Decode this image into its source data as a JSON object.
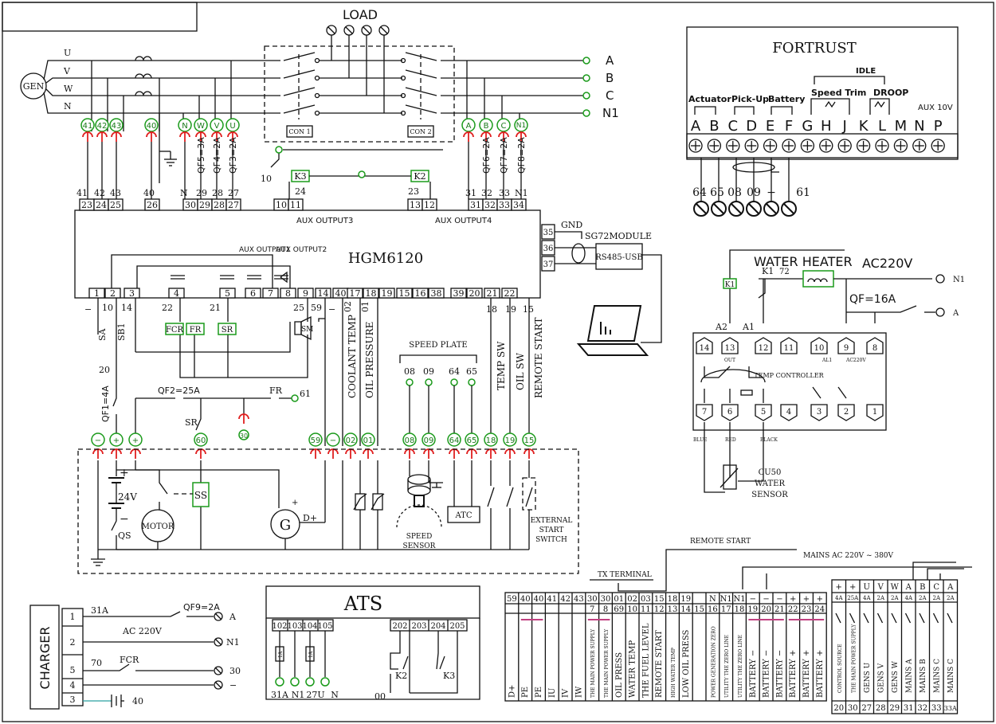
{
  "controller": {
    "name": "HGM6120",
    "top_terminals": [
      "23",
      "24",
      "25",
      "26",
      "30",
      "29",
      "28",
      "27",
      "10",
      "11",
      "13",
      "12",
      "31",
      "32",
      "33",
      "34"
    ],
    "bottom_terminals": [
      "1",
      "2",
      "3",
      "4",
      "5",
      "6",
      "7",
      "8",
      "9",
      "14",
      "40",
      "17",
      "18",
      "19",
      "15",
      "16",
      "38",
      "39",
      "20",
      "21",
      "22"
    ],
    "aux_output3": "AUX OUTPUT3",
    "aux_output4": "AUX OUTPUT4",
    "aux_output1": "AUX OUTPUT1",
    "aux_output2": "AUX OUTPUT2",
    "side_terminals": [
      "35",
      "36",
      "37"
    ]
  },
  "generator": {
    "label": "GEN",
    "phases": [
      "U",
      "V",
      "W",
      "N"
    ]
  },
  "load": {
    "label": "LOAD",
    "outputs": [
      "A",
      "B",
      "C",
      "N1"
    ],
    "contactors": [
      "CON 1",
      "CON 2"
    ]
  },
  "ats_panel": {
    "title": "ATS",
    "terminals": [
      "102",
      "103",
      "104",
      "105",
      "202",
      "203",
      "204",
      "205"
    ],
    "fuse": "1A",
    "bottom_labels": [
      "31A",
      "N1",
      "27U",
      "N"
    ],
    "relays": [
      "K2",
      "K3"
    ],
    "small_label": "00"
  },
  "charger": {
    "title": "CHARGER",
    "terminals": [
      "1",
      "2",
      "5",
      "4",
      "3"
    ],
    "wires": [
      "31A",
      "AC 220V",
      "70",
      "FCR",
      "40",
      "QF9=2A"
    ],
    "outputs": [
      "A",
      "N1",
      "30",
      "−"
    ]
  },
  "fortrust": {
    "title": "FORTRUST",
    "idle": "IDLE",
    "groups": [
      "Actuator",
      "Pick-Up",
      "Battery",
      "Speed Trim",
      "DROOP",
      "AUX 10V"
    ],
    "terminals": [
      "A",
      "B",
      "C",
      "D",
      "E",
      "F",
      "G",
      "H",
      "J",
      "K",
      "L",
      "M",
      "N",
      "P"
    ],
    "wires": [
      "64",
      "65",
      "08",
      "09",
      "−",
      "61"
    ]
  },
  "water_heater": {
    "title": "WATER HEATER",
    "voltage": "AC220V",
    "k1": "K1",
    "wire": "72",
    "breaker": "QF=16A",
    "outputs": [
      "N1",
      "A"
    ],
    "controller_title": "TEMP CONTROLLER",
    "controller_terminals_top": [
      "14",
      "13",
      "12",
      "11",
      "10",
      "9",
      "8"
    ],
    "controller_terminals_bottom": [
      "7",
      "6",
      "5",
      "4",
      "3",
      "2",
      "1"
    ],
    "a_labels": [
      "A2",
      "A1"
    ],
    "out": "OUT",
    "al1": "AL1",
    "ac": "AC220V",
    "sensor_colors": [
      "BLUE",
      "RED",
      "BLACK"
    ],
    "sensor": [
      "CU50",
      "WATER",
      "SENSOR"
    ]
  },
  "module": {
    "gnd": "GND",
    "name": "SG72MODULE",
    "converter": "RS485-USB"
  },
  "labels": {
    "gen_terminals": [
      "41",
      "42",
      "43",
      "40"
    ],
    "gen_wires": [
      "41",
      "42",
      "43",
      "40",
      "N",
      "29",
      "28",
      "27"
    ],
    "mains_circles": [
      "N",
      "W",
      "V",
      "U",
      "A",
      "B",
      "C",
      "N1"
    ],
    "qf_gen": [
      "QF5=3A",
      "QF4=2A",
      "QF3=2A"
    ],
    "qf_mains": [
      "QF6=2A",
      "QF7=2A",
      "QF8=2A"
    ],
    "mains_wires": [
      "31",
      "32",
      "33",
      "N1"
    ],
    "k3": "K3",
    "k2": "K2",
    "w10": "10",
    "w24": "24",
    "w23": "23",
    "left_wires": [
      "10",
      "14",
      "22",
      "21",
      "25",
      "59"
    ],
    "sa": "SA",
    "sb1": "SB1",
    "w20": "20",
    "qf1": "QF1=4A",
    "qf2": "QF2=25A",
    "fr": "FR",
    "w61": "61",
    "sr": "SR",
    "fcr_fr_sr": [
      "FCR",
      "FR",
      "SR"
    ],
    "sm": "SM",
    "w30": "30",
    "coolant_temp": "COOLANT TEMP",
    "oil_pressure": "OIL PRESSURE",
    "temp_sw": "TEMP SW",
    "oil_sw": "OIL SW",
    "remote_start": "REMOTE START",
    "vert_codes": [
      "02",
      "01",
      "18",
      "19",
      "15"
    ],
    "speed_plate": "SPEED PLATE",
    "speed_plate_wires": [
      "08",
      "09",
      "64",
      "65"
    ],
    "bottom_circles": [
      "−",
      "+",
      "+",
      "60",
      "59",
      "−",
      "02",
      "01",
      "08",
      "09",
      "64",
      "65",
      "18",
      "19",
      "15"
    ],
    "battery": "24V",
    "motor": "MOTOR",
    "qs": "QS",
    "ss": "SS",
    "gen_small": "G",
    "dplus": "D+",
    "atc": "ATC",
    "speed_sensor": [
      "SPEED",
      "SENSOR"
    ],
    "ext_switch": [
      "EXTERNAL",
      "START",
      "SWITCH"
    ]
  },
  "tx_terminal": {
    "title": "TX TERMINAL",
    "numbers": [
      "59",
      "40",
      "40",
      "41",
      "42",
      "43",
      "30",
      "30",
      "01",
      "02",
      "03",
      "15",
      "18",
      "19",
      "",
      "N",
      "N1",
      "N1",
      "−",
      "−",
      "−",
      "+",
      "+",
      "+"
    ],
    "numbers_row2": [
      "",
      "",
      "",
      "",
      "",
      "",
      "7",
      "8",
      "69",
      "10",
      "11",
      "12",
      "13",
      "14",
      "15",
      "16",
      "17",
      "18",
      "19",
      "20",
      "21",
      "22",
      "23",
      "24"
    ],
    "descriptions": [
      "D+",
      "PE",
      "PE",
      "IU",
      "IV",
      "IW",
      "THE MAIN POWER SUPPLY",
      "THE MAIN POWER SUPPLY",
      "OIL PRESS",
      "WATER TEMP",
      "THE FUEL LEVEL",
      "REMOTE START",
      "HIGH WATER TEMP",
      "LOW OIL PRESS",
      "",
      "POWER GENERATION ZERO",
      "UTILITY THE ZERO LINE",
      "UTILITY THE ZERO LINE",
      "BATTERY −",
      "BATTERY −",
      "BATTERY −",
      "BATTERY +",
      "BATTERY +",
      "BATTERY +"
    ]
  },
  "remote_start_label": "REMOTE START",
  "mains_label": "MAINS AC 220V ~ 380V",
  "breaker_panel": {
    "top": [
      "+",
      "+",
      "U",
      "V",
      "W",
      "A",
      "B",
      "C",
      "A"
    ],
    "ratings": [
      "4A",
      "25A",
      "4A",
      "2A",
      "2A",
      "4A",
      "2A",
      "2A",
      "2A"
    ],
    "names": [
      "CONTROL SOURCE",
      "THE MAIN POWER SUPPLY",
      "GENS U",
      "GENS V",
      "GENS W",
      "MAINS A",
      "MAINS B",
      "MAINS C",
      "MAINS C"
    ],
    "bottom": [
      "20",
      "30",
      "27",
      "28",
      "29",
      "31",
      "32",
      "33",
      "33A"
    ]
  }
}
